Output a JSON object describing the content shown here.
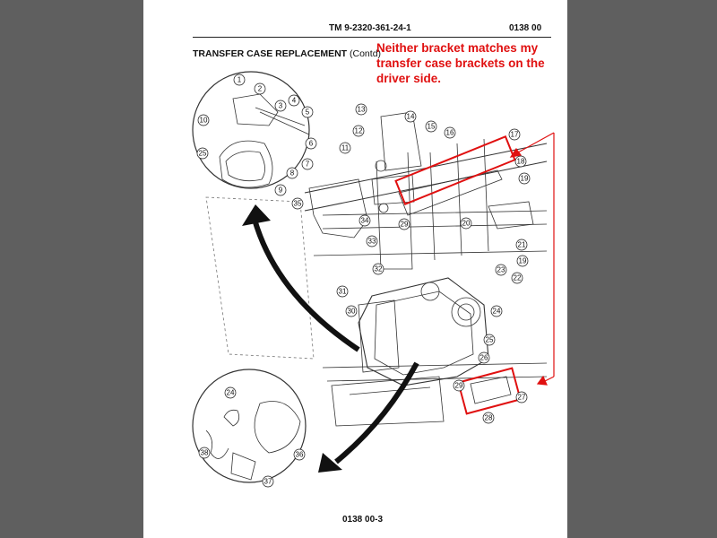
{
  "header": {
    "document_id": "TM 9-2320-361-24-1",
    "page_id": "0138 00"
  },
  "section_title": {
    "main": "TRANSFER CASE REPLACEMENT",
    "contd": "(Contd)"
  },
  "annotation": {
    "text": "Neither bracket matches my transfer case brackets on the driver side.",
    "color": "#e01010"
  },
  "footer": {
    "page_number": "0138 00-3"
  },
  "callouts": [
    "1",
    "2",
    "3",
    "4",
    "5",
    "6",
    "7",
    "8",
    "9",
    "10",
    "11",
    "12",
    "13",
    "14",
    "15",
    "16",
    "17",
    "18",
    "19",
    "19",
    "20",
    "21",
    "22",
    "23",
    "24",
    "24",
    "25",
    "25",
    "26",
    "27",
    "28",
    "29",
    "29",
    "30",
    "31",
    "32",
    "33",
    "34",
    "35",
    "36",
    "37",
    "38"
  ],
  "colors": {
    "background": "#5f5f5f",
    "page": "#ffffff",
    "annotation": "#e01010",
    "line_art": "#111111"
  }
}
